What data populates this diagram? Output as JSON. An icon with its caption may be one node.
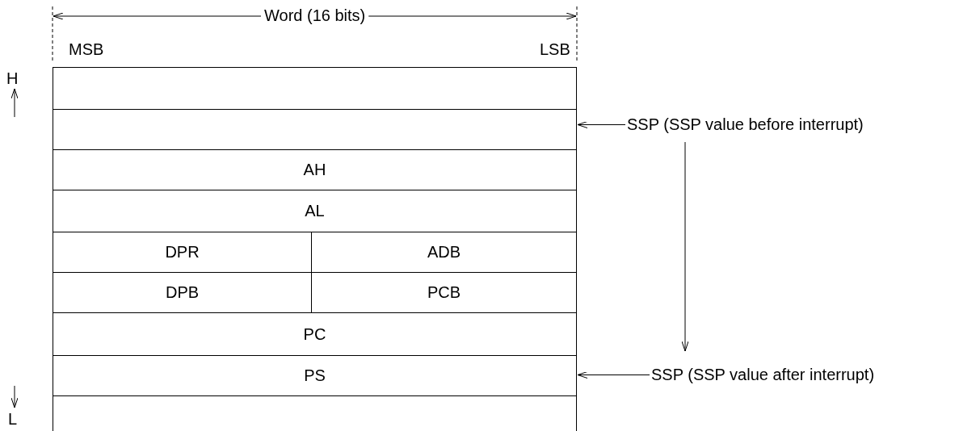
{
  "diagram": {
    "nodes": [
      {
        "text": [],
        "shape": "box"
      },
      {
        "text": [],
        "shape": "box"
      },
      {
        "text": [
          "AH"
        ]
      },
      {
        "text": [
          "AL"
        ]
      },
      {
        "text": [
          "DPR"
        ]
      },
      {
        "text": [
          "ADB"
        ]
      },
      {
        "text": [
          "DPB"
        ]
      },
      {
        "text": [
          "PCB"
        ]
      },
      {
        "text": [
          "PC"
        ]
      },
      {
        "text": [
          "PS"
        ]
      },
      {
        "text": [],
        "shape": "box"
      },
      {
        "text": [
          "SSP (SSP value before interrupt)"
        ]
      },
      {
        "text": [
          "SSP (SSP value after interrupt)"
        ]
      }
    ],
    "edges": [
      {
        "from": 11,
        "to": 1,
        "arrow": "to"
      },
      {
        "from": 12,
        "to": 9,
        "arrow": "to"
      },
      {
        "from": 11,
        "to": 12,
        "arrow": "to"
      }
    ],
    "labels": [
      "Word (16 bits)",
      "MSB",
      "LSB",
      "H",
      "L"
    ]
  }
}
